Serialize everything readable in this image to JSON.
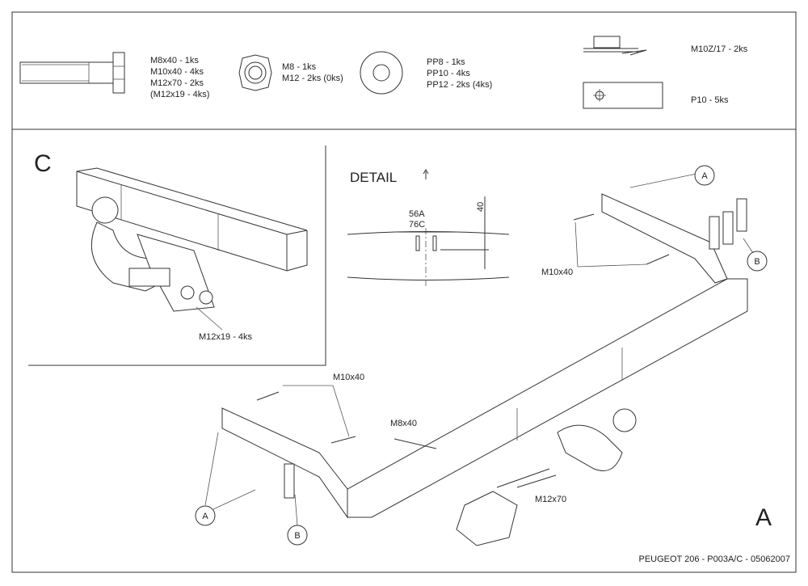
{
  "parts": {
    "bolt": [
      "M8x40 - 1ks",
      "M10x40 - 4ks",
      "M12x70 - 2ks",
      "(M12x19 - 4ks)"
    ],
    "nut": [
      "M8 - 1ks",
      "M12 - 2ks (0ks)"
    ],
    "washer": [
      "PP8 - 1ks",
      "PP10 - 4ks",
      "PP12 - 2ks (4ks)"
    ],
    "clip": "M10Z/17 - 2ks",
    "plate": "P10 - 5ks"
  },
  "detail_c": {
    "letter": "C",
    "label": "M12x19 - 4ks"
  },
  "detail": {
    "title": "DETAIL",
    "dim_width_a": "56A",
    "dim_width_c": "76C",
    "dim_height": "40"
  },
  "main": {
    "letter": "A",
    "callouts": {
      "a": "A",
      "b": "B"
    },
    "labels": {
      "m10x40_right": "M10x40",
      "m10x40_left": "M10x40",
      "m8x40": "M8x40",
      "m12x70": "M12x70"
    }
  },
  "footer": "PEUGEOT 206 - P003A/C - 05062007"
}
